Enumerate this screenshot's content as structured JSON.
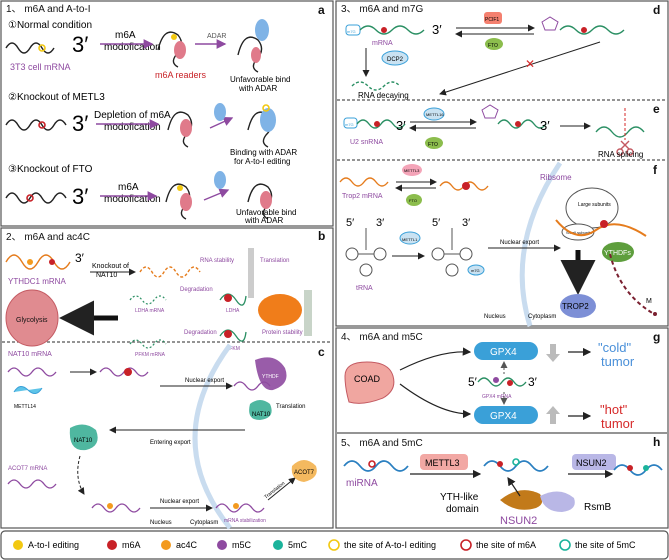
{
  "sections": {
    "s1_title": "1、 m6A and A-to-I",
    "s2_title": "2、 m6A and ac4C",
    "s3_title": "3、 m6A and m7G",
    "s4_title": "4、 m6A and m5C",
    "s5_title": "5、 m6A and 5mC"
  },
  "panel_letters": [
    "a",
    "b",
    "c",
    "d",
    "e",
    "f",
    "g",
    "h"
  ],
  "panel_a": {
    "cond1": "①Normal condition",
    "cond2": "②Knockout of METL3",
    "cond3": "③Knockout of FTO",
    "three_prime": "3′",
    "cell_mrna": "3T3 cell  mRNA",
    "m6a_mod_1": "m6A",
    "m6a_mod_2": "modofication",
    "readers": "m6A readers",
    "adar": "ADAR",
    "unfav1": "Unfavorable bind",
    "unfav2": "with ADAR",
    "depletion1": "Depletion of m6A",
    "depletion2": "modofication",
    "binding1": "Binding with ADAR",
    "binding2": "for A-to-I editing",
    "m6a_mod3_1": "m6A",
    "m6a_mod3_2": "modofication",
    "unfav3_1": "Unfavorable bind",
    "unfav3_2": "with ADAR"
  },
  "panel_b": {
    "three_prime": "3′",
    "ythdc1": "YTHDC1  mRNA",
    "knockout1": "Knockout of",
    "knockout2": "NAT10",
    "rna_stability": "RNA stability",
    "translation": "Translation",
    "degradation1": "Degradation",
    "degradation2": "Degradation",
    "ldha_mrna": "LDHA mRNA",
    "ldha": "LDHA",
    "pfkm_mrna": "PFKM mRNA",
    "pfkm": "PFKM",
    "protein_stability": "Protein stability",
    "glycolysis": "Glycolysis"
  },
  "panel_c": {
    "nat10_mrna": "NAT10  mRNA",
    "mettl14": "METTL14",
    "nuclear_export": "Nuclear export",
    "translation": "Translation",
    "nat10_a": "NAT10",
    "entering_export": "Entering export",
    "nat10_b": "NAT10",
    "acot7_mrna": "ACOT7 mRNA",
    "nuclear_export2": "Nuclear export",
    "nucleus": "Nucleus",
    "cytoplasm": "Cytoplasm",
    "mrna_stab": "mRNA stabilization",
    "translation2": "Translation",
    "acot7": "ACOT7",
    "ythdf": "YTHDF"
  },
  "panel_d": {
    "m7g": "m7G",
    "mrna": "mRNA",
    "three_prime": "3′",
    "dcp2": "DCP2",
    "pcif1": "PCIF1",
    "fto": "FTO",
    "decaying": "RNA decaying"
  },
  "panel_e": {
    "m7g": "m7G",
    "three_prime_1": "3′",
    "three_prime_2": "3′",
    "mettl16": "METTL16",
    "u2": "U2 snRNA",
    "fto": "FTO",
    "splicing": "RNA splicing"
  },
  "panel_f": {
    "trop2_mrna": "Trop2  mRNA",
    "mettl3": "METTL3",
    "fto": "FTO",
    "five_prime_1": "5′",
    "three_prime_1": "3′",
    "five_prime_2": "5′",
    "three_prime_2": "3′",
    "mettl1": "METTL1",
    "m7g": "m7G",
    "trna": "tRNA",
    "nuclear_export": "Nuclear export",
    "nucleus": "Nucleus",
    "cytoplasm": "Cytoplasm",
    "ribosome": "Ribsome",
    "large_subunit": "Large subunits",
    "small_subunit": "Small subunits",
    "ythdfs": "YTHDFs",
    "trop2": "TROP2",
    "m_label": "M"
  },
  "panel_g": {
    "coad": "COAD",
    "gpx4_top": "GPX4",
    "gpx4_bottom": "GPX4",
    "five_prime": "5′",
    "three_prime": "3′",
    "gpx4_mrna": "GPX4 mRNA",
    "cold1": "\"cold\"",
    "cold2": "tumor",
    "hot1": "\"hot\"",
    "hot2": "tumor"
  },
  "panel_h": {
    "mirna": "miRNA",
    "mettl3": "METTL3",
    "nsun2_top": "NSUN2",
    "yth1": "YTH-like",
    "yth2": "domain",
    "nsun2_bottom": "NSUN2",
    "rsmb": "RsmB"
  },
  "legend": [
    {
      "label": "A-to-I editing",
      "kind": "dot",
      "color": "#f2c811"
    },
    {
      "label": "m6A",
      "kind": "dot",
      "color": "#c82127"
    },
    {
      "label": "ac4C",
      "kind": "dot",
      "color": "#f39a1e"
    },
    {
      "label": "m5C",
      "kind": "dot",
      "color": "#8e4aa0"
    },
    {
      "label": "5mC",
      "kind": "dot",
      "color": "#1bb39b"
    },
    {
      "label": "the site of A-to-I editing",
      "kind": "ring",
      "color": "#f2c811"
    },
    {
      "label": "the site of m6A",
      "kind": "ring",
      "color": "#c82127"
    },
    {
      "label": "the site of 5mC",
      "kind": "ring",
      "color": "#1bb39b"
    }
  ],
  "colors": {
    "rna_green": "#2a8f63",
    "rna_black": "#222222",
    "rna_purple": "#8e4aa0",
    "rna_orange": "#e57c1d",
    "adar_blue": "#7fb3e6",
    "reader_pink": "#e07a8a",
    "label_purple": "#8e4aa0",
    "cold_blue": "#4a90d9",
    "hot_red": "#d62a2a",
    "gpx4_blue": "#3aa0d8"
  }
}
